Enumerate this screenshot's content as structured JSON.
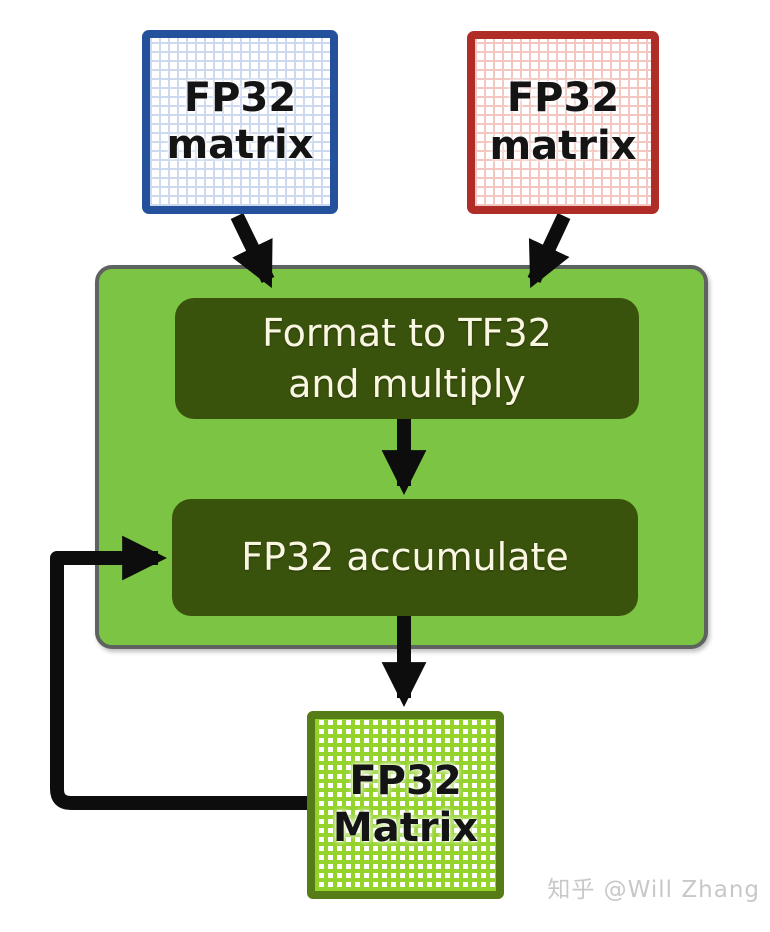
{
  "diagram": {
    "nodes": {
      "input_a": {
        "line1": "FP32",
        "line2": "matrix"
      },
      "input_b": {
        "line1": "FP32",
        "line2": "matrix"
      },
      "format_multiply": {
        "line1": "Format to TF32",
        "line2": "and multiply"
      },
      "accumulate": {
        "label": "FP32 accumulate"
      },
      "output": {
        "line1": "FP32",
        "line2": "Matrix"
      }
    },
    "colors": {
      "input_a_border": "#24519b",
      "input_a_grid": "#ccd9ee",
      "input_b_border": "#b02c26",
      "input_b_grid": "#f3c7c0",
      "container_fill": "#7cc443",
      "container_border": "#5f6360",
      "process_fill": "#3a530c",
      "process_text": "#f9f6e2",
      "output_border": "#567c17",
      "output_grid": "#94d32c",
      "arrow": "#0d0d0d"
    },
    "watermark": {
      "text": "知乎 @Will Zhang"
    }
  }
}
